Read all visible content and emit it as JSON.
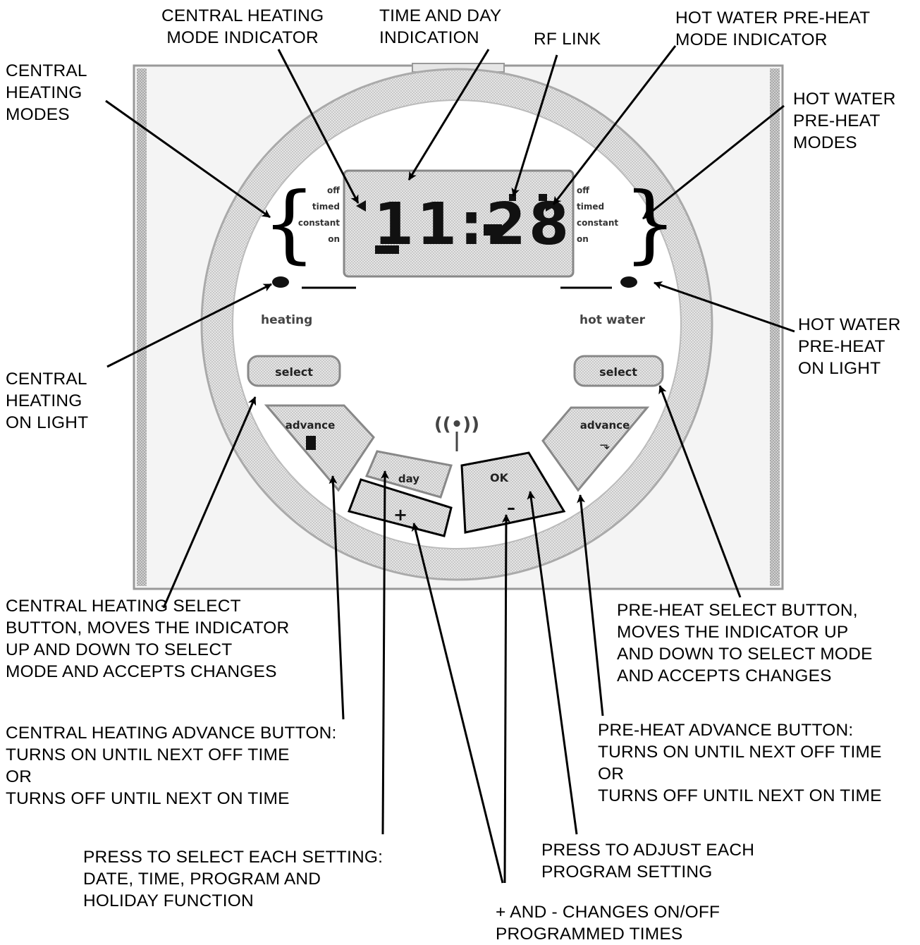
{
  "callouts": {
    "ch_mode_indicator": "CENTRAL HEATING\nMODE INDICATOR",
    "time_day": "TIME AND DAY\nINDICATION",
    "rf_link": "RF LINK",
    "hw_mode_indicator": "HOT WATER PRE-HEAT\nMODE INDICATOR",
    "ch_modes": "CENTRAL\nHEATING\nMODES",
    "hw_modes": "HOT WATER\nPRE-HEAT\nMODES",
    "ch_on_light": "CENTRAL\nHEATING\nON LIGHT",
    "hw_on_light": "HOT WATER\nPRE-HEAT\nON LIGHT",
    "ch_select": "CENTRAL HEATING SELECT\nBUTTON, MOVES THE INDICATOR\nUP AND DOWN TO SELECT\nMODE AND ACCEPTS CHANGES",
    "hw_select": "PRE-HEAT SELECT BUTTON,\nMOVES THE INDICATOR UP\nAND DOWN TO SELECT MODE\nAND ACCEPTS CHANGES",
    "ch_advance": "CENTRAL HEATING ADVANCE BUTTON:\nTURNS ON UNTIL NEXT OFF TIME\nOR\nTURNS OFF UNTIL NEXT ON TIME",
    "hw_advance": "PRE-HEAT ADVANCE BUTTON:\nTURNS ON UNTIL NEXT OFF TIME\nOR\nTURNS OFF UNTIL NEXT ON TIME",
    "day_button": "PRESS TO SELECT EACH SETTING:\nDATE, TIME, PROGRAM AND\nHOLIDAY FUNCTION",
    "ok_button": "PRESS TO ADJUST EACH\nPROGRAM SETTING",
    "plus_minus": "+ AND - CHANGES ON/OFF\nPROGRAMMED TIMES"
  },
  "device": {
    "display_time": "11:28",
    "ch_modes": [
      "off",
      "timed",
      "constant",
      "on"
    ],
    "hw_modes": [
      "off",
      "timed",
      "constant",
      "on"
    ],
    "heating_label": "heating",
    "hot_water_label": "hot water",
    "select_left": "select",
    "select_right": "select",
    "advance_left": "advance",
    "advance_right": "advance",
    "day_button": "day",
    "ok_button": "OK",
    "plus_symbol": "+",
    "minus_symbol": "–",
    "rf_symbol": "((•))"
  },
  "colors": {
    "body_fill": "#e2e2e2",
    "ring_fill": "#d4d4d4",
    "button_fill": "#cfcfcf",
    "display_fill": "#e8e8e8",
    "line": "#000000"
  }
}
